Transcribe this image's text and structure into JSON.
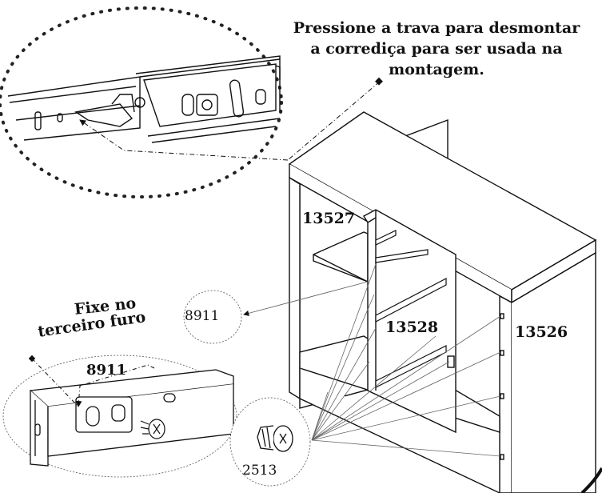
{
  "instructions": {
    "remove_slide": [
      "Pressione a trava para desmontar",
      "a corrediça para ser usada na",
      "montagem."
    ],
    "fix_hole": [
      "Fixe no",
      "terceiro furo"
    ]
  },
  "parts": {
    "shelf_panel": "13527",
    "center_divider": "13528",
    "side_panel": "13526",
    "slide_main": "8911",
    "slide_detail": "8911",
    "cam_fitting": "2513"
  },
  "colors": {
    "ink": "#111111",
    "line": "#666666",
    "dotted": "#222222"
  }
}
